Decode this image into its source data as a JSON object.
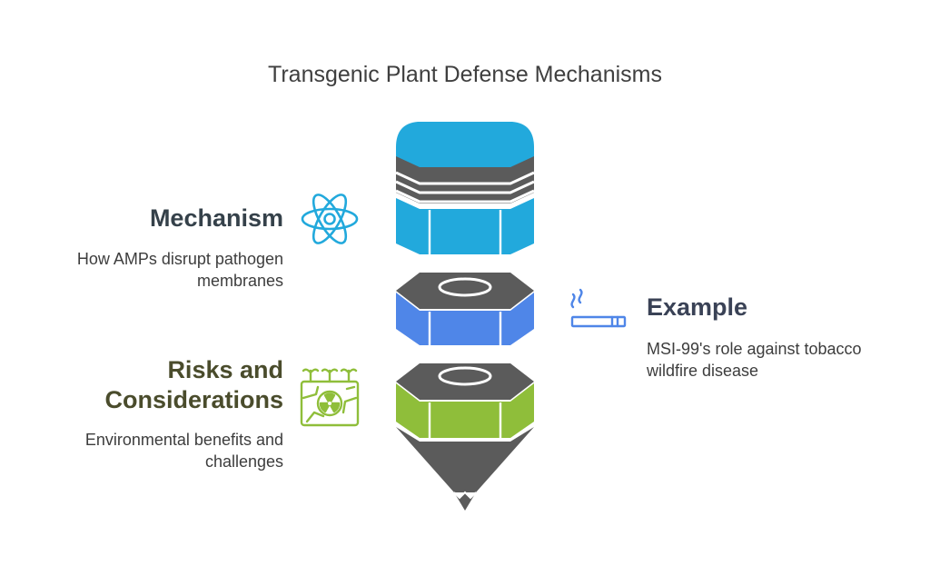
{
  "title": "Transgenic Plant Defense Mechanisms",
  "sections": {
    "mechanism": {
      "heading": "Mechanism",
      "description_line1": "How AMPs disrupt pathogen",
      "description_line2": "membranes",
      "icon": "atom-icon",
      "color": "#22a9dc"
    },
    "example": {
      "heading": "Example",
      "description_line1": "MSI-99's role against tobacco",
      "description_line2": "wildfire disease",
      "icon": "cigarette-icon",
      "color": "#4f86e8"
    },
    "risks": {
      "heading_line1": "Risks and",
      "heading_line2": "Considerations",
      "description_line1": "Environmental benefits and",
      "description_line2": "challenges",
      "icon": "plant-hazard-icon",
      "color": "#8fbe3a"
    }
  },
  "colors": {
    "dark_gray": "#5b5b5b",
    "blue_cyan": "#22a9dc",
    "blue": "#4f86e8",
    "green": "#8fbe3a"
  }
}
